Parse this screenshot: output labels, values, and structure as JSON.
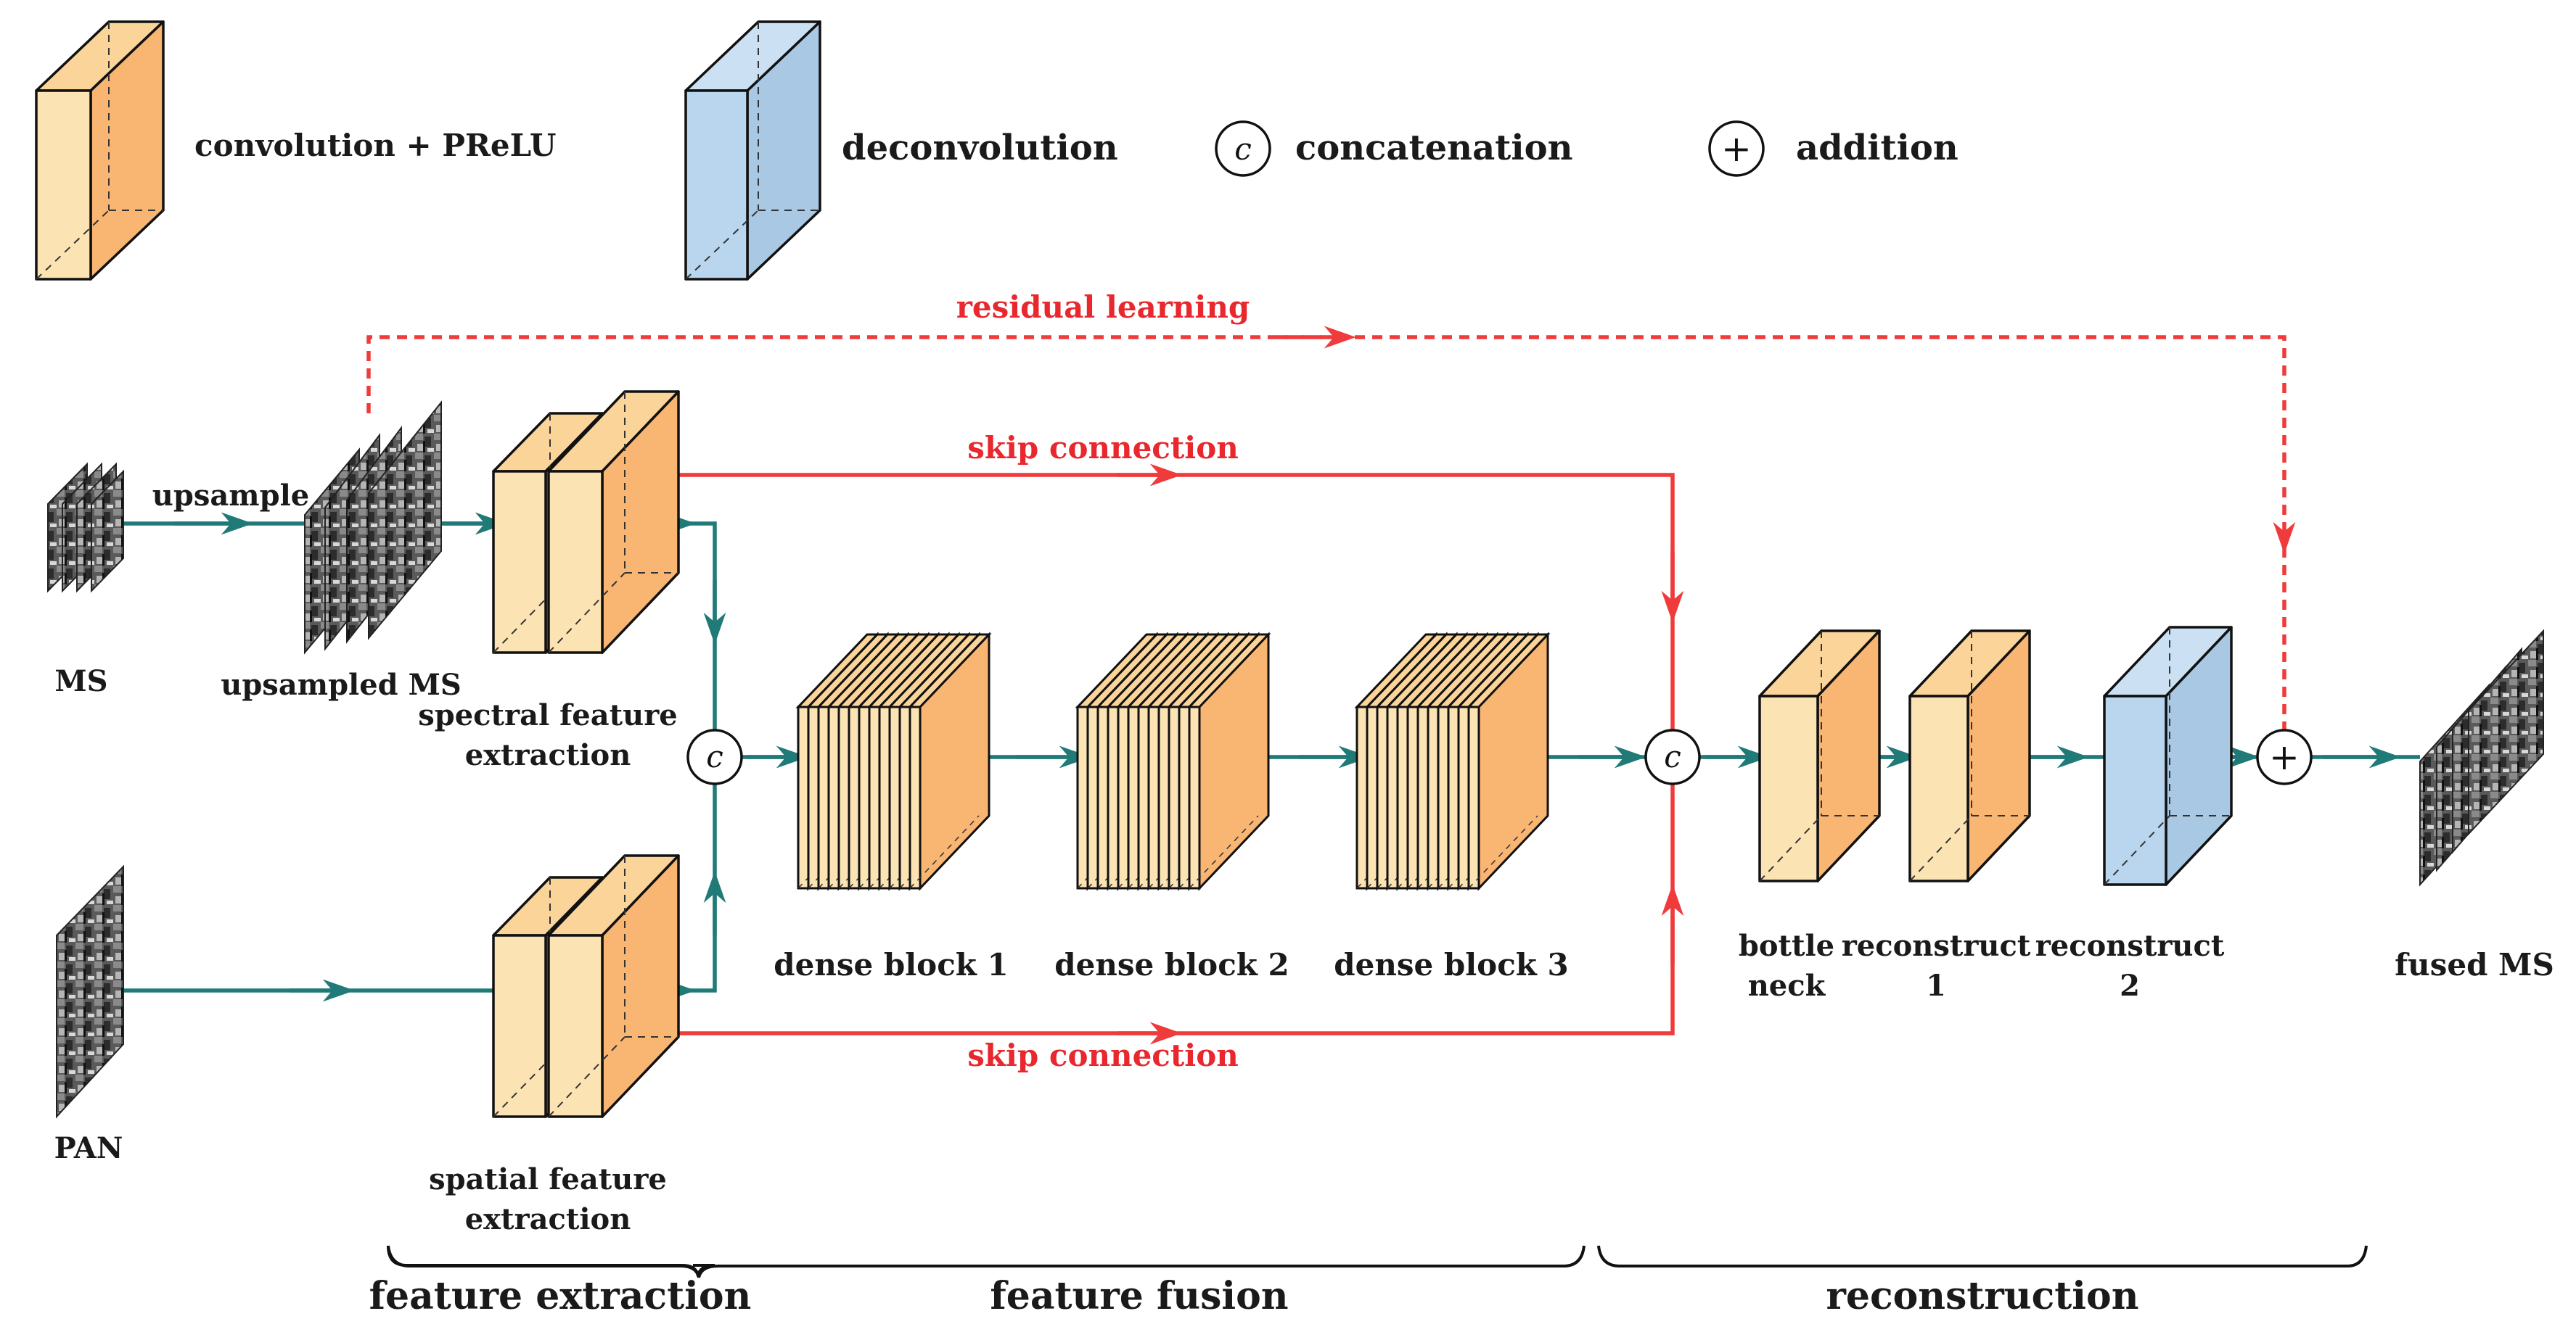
{
  "legend": {
    "conv_label": "convolution + PReLU",
    "deconv_label": "deconvolution",
    "concat_symbol": "c",
    "concat_label": "concatenation",
    "add_symbol": "+",
    "add_label": "addition"
  },
  "connections": {
    "residual": "residual learning",
    "skip_top": "skip connection",
    "skip_bottom": "skip connection",
    "upsample": "upsample"
  },
  "inputs": {
    "ms": "MS",
    "upsampled_ms": "upsampled MS",
    "pan": "PAN",
    "fused": "fused MS"
  },
  "blocks": {
    "spectral_1": "spectral feature",
    "spectral_2": "extraction",
    "spatial_1": "spatial feature",
    "spatial_2": "extraction",
    "dense1": "dense block 1",
    "dense2": "dense block 2",
    "dense3": "dense block 3",
    "bottle_1": "bottle",
    "bottle_2": "neck",
    "recon1_1": "reconstruct",
    "recon1_2": "1",
    "recon2_1": "reconstruct",
    "recon2_2": "2"
  },
  "stages": {
    "extraction": "feature extraction",
    "fusion": "feature fusion",
    "reconstruction": "reconstruction"
  },
  "colors": {
    "conv_front": "#fce3b4",
    "conv_side": "#f9b572",
    "conv_top": "#fbd49a",
    "deconv_front": "#b9d6ee",
    "deconv_side": "#a8c8e4",
    "teal_arrow": "#1f7a78",
    "red_arrow": "#ef3b3b"
  }
}
